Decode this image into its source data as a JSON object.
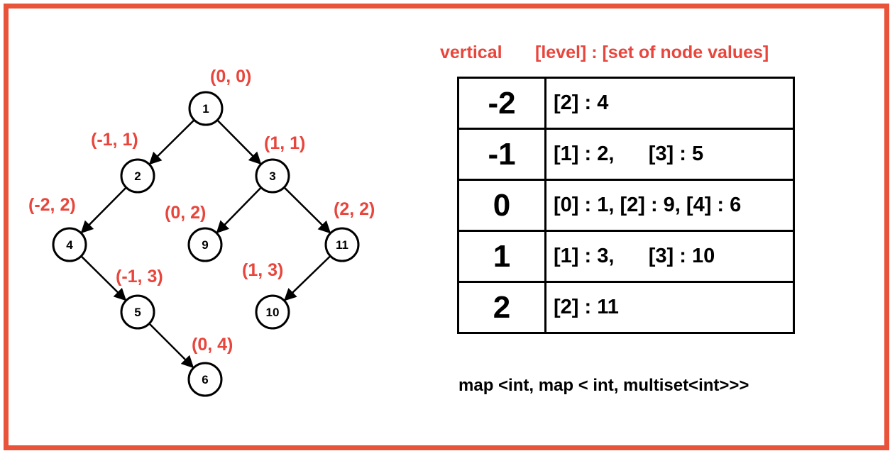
{
  "colors": {
    "frame": "#e8533a",
    "coordinate_text": "#e8453c",
    "node_stroke": "#000000",
    "table_border": "#000000"
  },
  "tree": {
    "nodes": [
      {
        "id": "n1",
        "label": "1",
        "coord": "(0, 0)"
      },
      {
        "id": "n2",
        "label": "2",
        "coord": "(-1, 1)"
      },
      {
        "id": "n3",
        "label": "3",
        "coord": "(1, 1)"
      },
      {
        "id": "n4",
        "label": "4",
        "coord": "(-2, 2)"
      },
      {
        "id": "n9",
        "label": "9",
        "coord": "(0, 2)"
      },
      {
        "id": "n11",
        "label": "11",
        "coord": "(2, 2)"
      },
      {
        "id": "n5",
        "label": "5",
        "coord": "(-1, 3)"
      },
      {
        "id": "n10",
        "label": "10",
        "coord": "(1, 3)"
      },
      {
        "id": "n6",
        "label": "6",
        "coord": "(0, 4)"
      }
    ],
    "edges": [
      {
        "from": "n1",
        "to": "n2"
      },
      {
        "from": "n1",
        "to": "n3"
      },
      {
        "from": "n2",
        "to": "n4"
      },
      {
        "from": "n3",
        "to": "n9"
      },
      {
        "from": "n3",
        "to": "n11"
      },
      {
        "from": "n4",
        "to": "n5"
      },
      {
        "from": "n11",
        "to": "n10"
      },
      {
        "from": "n5",
        "to": "n6"
      }
    ]
  },
  "table_header": {
    "vertical": "vertical",
    "level_set": "[level] : [set of node values]"
  },
  "table": {
    "rows": [
      {
        "key": "-2",
        "value": "[2] : 4"
      },
      {
        "key": "-1",
        "value": "[1] : 2,      [3] : 5"
      },
      {
        "key": "0",
        "value": "[0] : 1, [2] : 9, [4] : 6"
      },
      {
        "key": "1",
        "value": "[1] : 3,      [3] : 10"
      },
      {
        "key": "2",
        "value": "[2] : 11"
      }
    ]
  },
  "type_caption": "map <int, map < int, multiset<int>>>"
}
